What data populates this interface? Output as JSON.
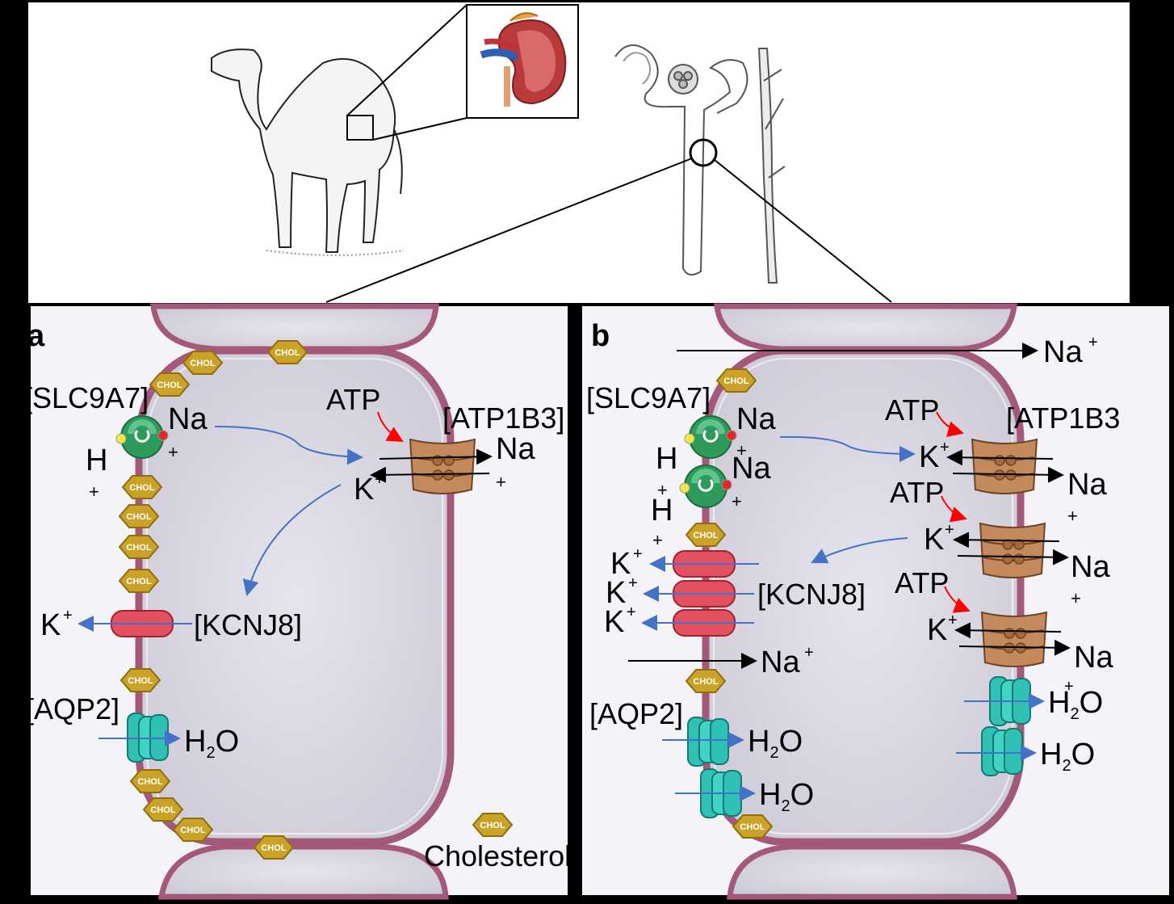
{
  "panels": {
    "a": {
      "letter": "a"
    },
    "b": {
      "letter": "b"
    }
  },
  "labels": {
    "slc": "[SLC9A7]",
    "atp1b3": "[ATP1B3]",
    "atp1b3_b": "[ATP1B3",
    "kcnj8": "[KCNJ8]",
    "aqp2": "[AQP2]",
    "atp": "ATP",
    "na": "Na",
    "h": "H",
    "k": "K",
    "plus": "+",
    "h2o_h": "H",
    "h2o_sub": "2",
    "h2o_o": "O",
    "chol": "CHOL",
    "cholesterol": "Cholesterol"
  },
  "colors": {
    "membrane": "#a5597a",
    "cell_fill": "#e3e1ea",
    "chol_fill": "#c9a227",
    "exchanger": "#2e9b5c",
    "pump": "#c48a5e",
    "channel": "#e35060",
    "aquaporin": "#2fc1b5",
    "arrow_blue": "#4472c4",
    "arrow_red": "#ff0000"
  }
}
